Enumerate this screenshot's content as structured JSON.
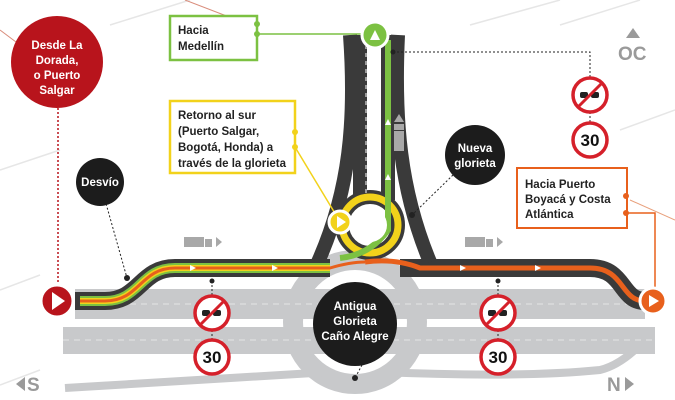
{
  "labels": {
    "origin": [
      "Desde La",
      "Dorada,",
      "o Puerto",
      "Salgar"
    ],
    "detour": "Desvío",
    "to_medellin": [
      "Hacia",
      "Medellín"
    ],
    "return_south": [
      "Retorno al sur",
      "(Puerto Salgar,",
      "Bogotá, Honda) a",
      "través de la glorieta"
    ],
    "new_roundabout": [
      "Nueva",
      "glorieta"
    ],
    "to_boyaca": [
      "Hacia Puerto",
      "Boyacá y Costa",
      "Atlántica"
    ],
    "old_roundabout": [
      "Antigua",
      "Glorieta",
      "Caño Alegre"
    ]
  },
  "speed_limit": "30",
  "compass": {
    "south": "S",
    "north": "N",
    "west": "OC"
  },
  "icons": [
    "no-overtaking-sign",
    "speed-limit-sign",
    "truck-icon",
    "play-arrow-icon",
    "triangle-up-icon"
  ],
  "colors": {
    "red": "#b8141c",
    "green": "#7cc142",
    "yellow": "#f2d21b",
    "orange": "#e8601c",
    "road": "#3a3a3a",
    "old_road": "#c8c9cb",
    "black": "#1c1c1c"
  }
}
